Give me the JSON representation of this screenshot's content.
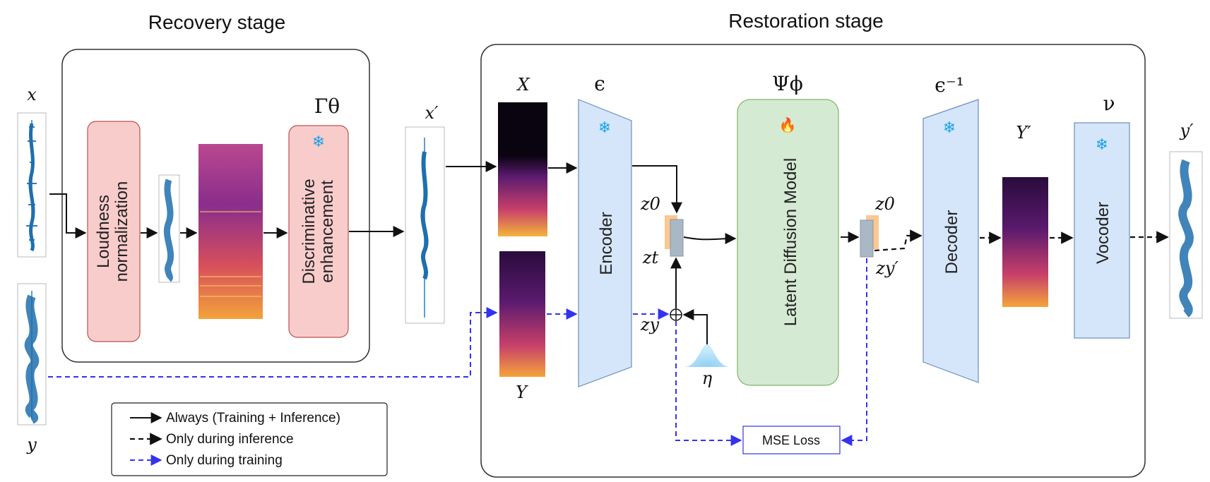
{
  "stages": {
    "recovery": "Recovery stage",
    "restoration": "Restoration stage"
  },
  "signals": {
    "x": "x",
    "y": "y",
    "x_prime": "x′",
    "y_prime": "y′",
    "X": "X",
    "Y": "Y",
    "Y_prime": "Y′",
    "eta": "η"
  },
  "blocks": {
    "loudness": [
      "Loudness",
      "normalization"
    ],
    "discriminative": [
      "Discriminative",
      "enhancement"
    ],
    "gamma": "Γθ",
    "encoder": "Encoder",
    "epsilon": "ϵ",
    "ldm": "Latent Diffusion Model",
    "psi": "Ψϕ",
    "decoder": "Decoder",
    "epsilon_inv": "ϵ⁻¹",
    "vocoder": "Vocoder",
    "nu": "ν",
    "mse": "MSE Loss"
  },
  "latents": {
    "z0_left": "z0",
    "zt": "zt",
    "zy": "zy",
    "z0_right": "z0",
    "zyprime": "zy′"
  },
  "icons": {
    "frozen": "snowflake-icon",
    "trainable": "flame-icon",
    "frozen_color": "#1aa3e8",
    "flame_color": "#e8562a"
  },
  "legend": {
    "always": "Always (Training + Inference)",
    "inference": "Only during inference",
    "training": "Only during training"
  },
  "colors": {
    "pink_block": "#f9cccc",
    "blue_block": "#d6e6fa",
    "green_block": "#d5ead3",
    "training_arrow": "#3333ee",
    "latent_orange": "#fbc891",
    "latent_gray": "#aab8c6"
  }
}
